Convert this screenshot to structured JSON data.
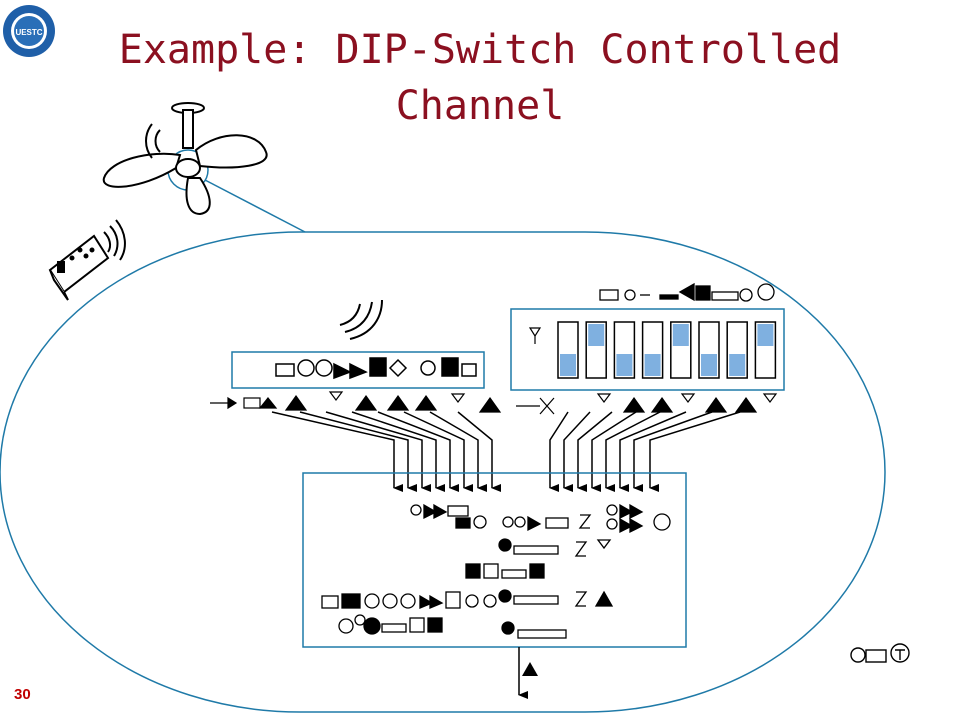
{
  "slide": {
    "title_line1": "Example: DIP-Switch Controlled",
    "title_line2": "Channel",
    "slide_number": "30"
  },
  "logo": {
    "text": "UESTC"
  },
  "colors": {
    "title": "#8b1020",
    "outline": "#1f7aa8",
    "switch_fill": "#7fb0e0",
    "number": "#c00000"
  },
  "dip_switch": {
    "positions": [
      "down",
      "up",
      "down",
      "down",
      "up",
      "down",
      "down",
      "up"
    ]
  },
  "icons": [
    "logo-icon",
    "ceiling-fan-icon",
    "remote-control-icon",
    "wireless-wave-icon",
    "dip-switch-icon",
    "microcontroller-icon"
  ]
}
